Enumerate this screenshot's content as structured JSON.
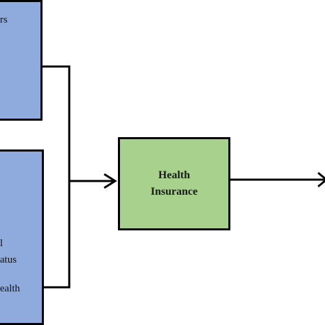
{
  "diagram": {
    "top_left_box": {
      "label": "rs"
    },
    "bottom_left_box": {
      "label_line_0": "l",
      "label_line_1": "atus",
      "label_line_2": "ealth"
    },
    "center_box": {
      "title_line_1": "Health",
      "title_line_2": "Insurance"
    }
  },
  "colors": {
    "input_box_fill": "#8fabde",
    "center_box_fill": "#a9d18e",
    "line_color": "#000000"
  }
}
